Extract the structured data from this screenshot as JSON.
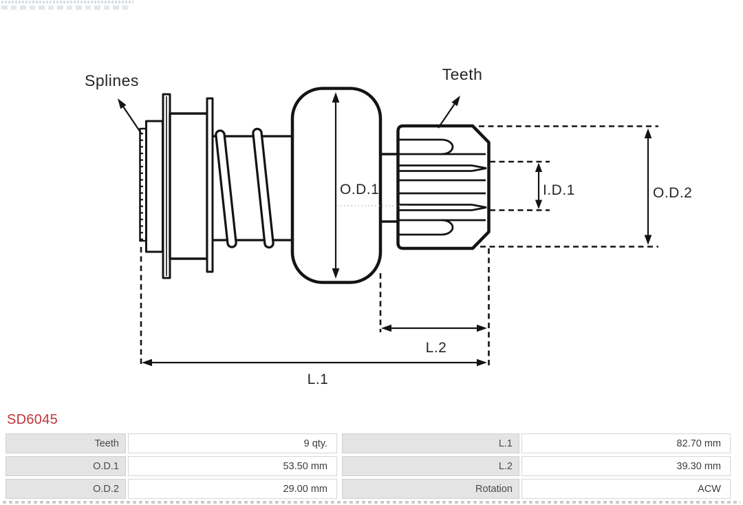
{
  "part": {
    "number": "SD6045"
  },
  "diagram": {
    "callouts": {
      "splines": "Splines",
      "teeth": "Teeth"
    },
    "dimensions": {
      "od1": "O.D.1",
      "id1": "I.D.1",
      "od2": "O.D.2",
      "l2": "L.2",
      "l1": "L.1"
    }
  },
  "colors": {
    "part_number": "#c13539",
    "drawing_line": "#141414",
    "table_label_bg": "#e4e4e4",
    "table_border": "#cfcfcf"
  },
  "spec_table": {
    "rows": [
      {
        "c1_label": "Teeth",
        "c1_value": "9 qty.",
        "c2_label": "L.1",
        "c2_value": "82.70 mm"
      },
      {
        "c1_label": "O.D.1",
        "c1_value": "53.50 mm",
        "c2_label": "L.2",
        "c2_value": "39.30 mm"
      },
      {
        "c1_label": "O.D.2",
        "c1_value": "29.00 mm",
        "c2_label": "Rotation",
        "c2_value": "ACW"
      }
    ]
  }
}
